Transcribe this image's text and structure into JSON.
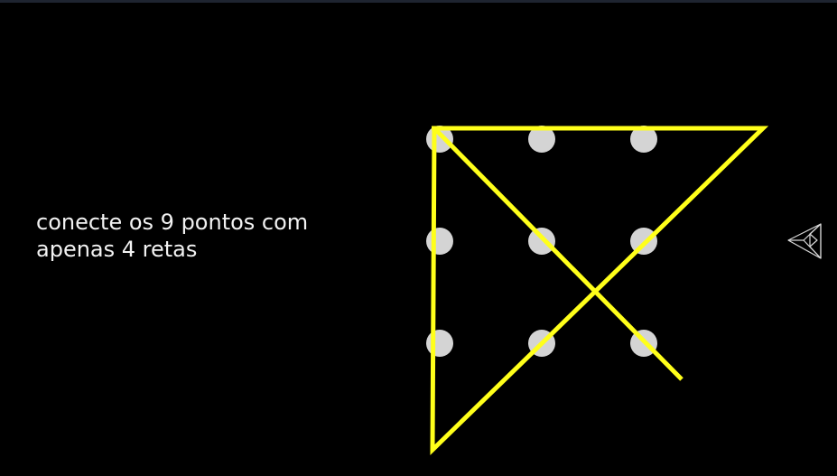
{
  "instructions": {
    "line1": "conecte os 9 pontos com",
    "line2": "apenas 4 retas"
  },
  "puzzle": {
    "rows": 3,
    "cols": 3,
    "dot_color": "#d4d4d4",
    "line_color": "#ffff1a"
  },
  "nav": {
    "icon": "triangle-pointer-icon"
  },
  "colors": {
    "background": "#000000",
    "text": "#f2f2f2"
  }
}
